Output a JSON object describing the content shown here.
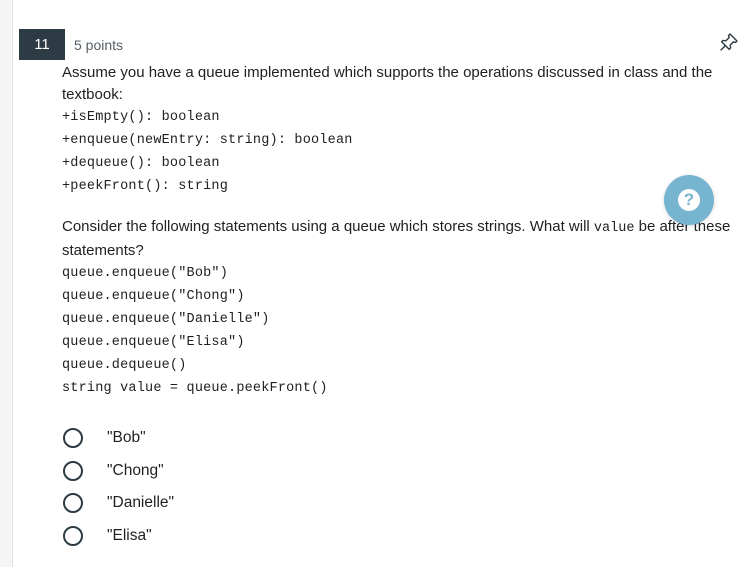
{
  "question": {
    "number": "11",
    "points": "5 points",
    "intro": "Assume you have a queue implemented which supports the operations discussed in class and the textbook:",
    "operations": [
      "+isEmpty(): boolean",
      "+enqueue(newEntry: string): boolean",
      "+dequeue(): boolean",
      "+peekFront(): string"
    ],
    "prompt_before": "Consider the following statements using a queue which stores strings.  What will ",
    "prompt_code": "value",
    "prompt_after": " be after these statements?",
    "statements": [
      "queue.enqueue(\"Bob\")",
      "queue.enqueue(\"Chong\")",
      "queue.enqueue(\"Danielle\")",
      "queue.enqueue(\"Elisa\")",
      "queue.dequeue()",
      "string value = queue.peekFront()"
    ],
    "answers": [
      "\"Bob\"",
      "\"Chong\"",
      "\"Danielle\"",
      "\"Elisa\""
    ]
  },
  "icons": {
    "pin": "pin-icon",
    "help": "help-icon"
  },
  "colors": {
    "badge": "#2d3b45",
    "help_button": "#76b4cf"
  }
}
